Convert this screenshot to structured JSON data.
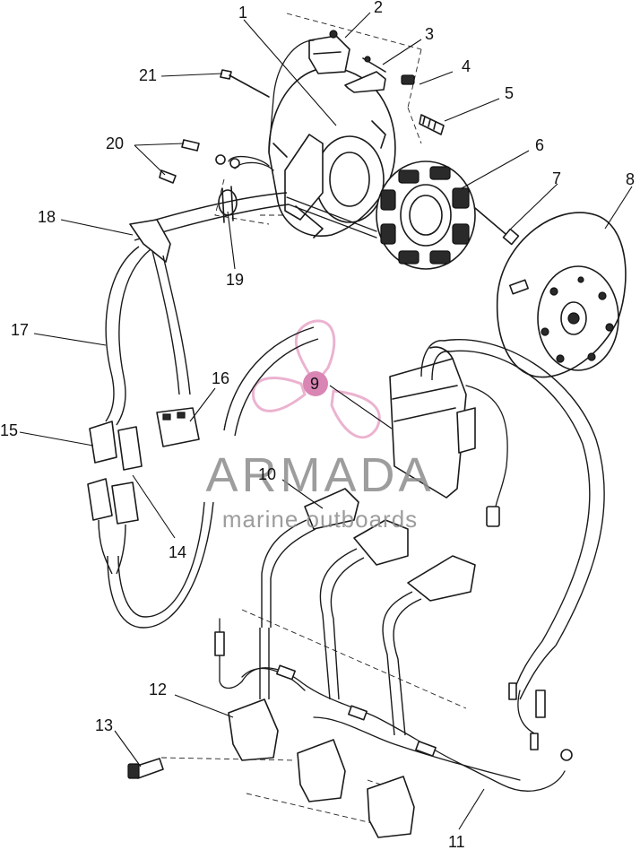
{
  "diagram": {
    "callouts": [
      {
        "id": "c1",
        "label": "1"
      },
      {
        "id": "c2",
        "label": "2"
      },
      {
        "id": "c3",
        "label": "3"
      },
      {
        "id": "c4",
        "label": "4"
      },
      {
        "id": "c5",
        "label": "5"
      },
      {
        "id": "c6",
        "label": "6"
      },
      {
        "id": "c7",
        "label": "7"
      },
      {
        "id": "c8",
        "label": "8"
      },
      {
        "id": "c9",
        "label": "9"
      },
      {
        "id": "c10",
        "label": "10"
      },
      {
        "id": "c11",
        "label": "11"
      },
      {
        "id": "c12",
        "label": "12"
      },
      {
        "id": "c13",
        "label": "13"
      },
      {
        "id": "c14",
        "label": "14"
      },
      {
        "id": "c15",
        "label": "15"
      },
      {
        "id": "c16",
        "label": "16"
      },
      {
        "id": "c17",
        "label": "17"
      },
      {
        "id": "c18",
        "label": "18"
      },
      {
        "id": "c19",
        "label": "19"
      },
      {
        "id": "c20",
        "label": "20"
      },
      {
        "id": "c21",
        "label": "21"
      }
    ]
  },
  "watermark": {
    "title": "ARMADA",
    "subtitle": "marine outboards",
    "logo_color": "#e8a6c8",
    "badge_color": "#d986b4"
  }
}
